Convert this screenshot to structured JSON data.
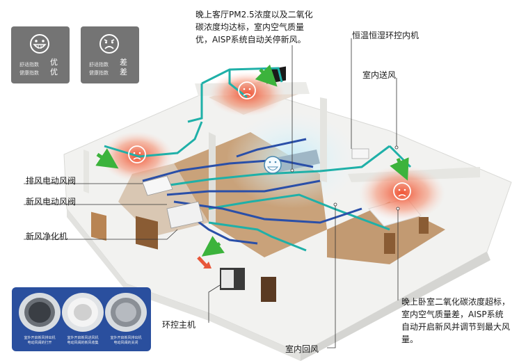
{
  "legend": {
    "good": {
      "face": "smile-face",
      "index_labels": [
        "舒适指数",
        "健康指数"
      ],
      "levels": [
        "优",
        "优"
      ]
    },
    "bad": {
      "face": "frown-face",
      "index_labels": [
        "舒适指数",
        "健康指数"
      ],
      "levels": [
        "差",
        "差"
      ]
    }
  },
  "callouts": {
    "living_room_note": [
      "晚上客厅PM2.5浓度以及二氧化",
      "碳浓度均达标，室内空气质量",
      "优，AISP系统自动关停新风。"
    ],
    "thermostat": "恒温恒湿环控内机",
    "supply_air": "室内送风",
    "exhaust_damper": "排风电动风阀",
    "fresh_damper": "新风电动风阀",
    "purifier": "新风净化机",
    "main_unit": "环控主机",
    "return_air": "室内回风",
    "bedroom_note": [
      "晚上卧室二氧化碳浓度超标，",
      "室内空气质量差，AISP系统",
      "自动开启新风并调节到最大风量。"
    ]
  },
  "duct_panel": {
    "captions": [
      [
        "室外开启新风排出机",
        "电动风阀的打开"
      ],
      [
        "室外开启新风进风机",
        "电动风阀的新风收集"
      ],
      [
        "室外开启新风排出机",
        "电动风阀的关闭"
      ]
    ]
  },
  "colors": {
    "supply_duct": "#1fb0a8",
    "return_duct": "#2a4fa8",
    "arrow_green": "#3cb33c",
    "arrow_red": "#e8573a",
    "card_bg": "#747474",
    "panel_bg": "#2a4f9e"
  }
}
